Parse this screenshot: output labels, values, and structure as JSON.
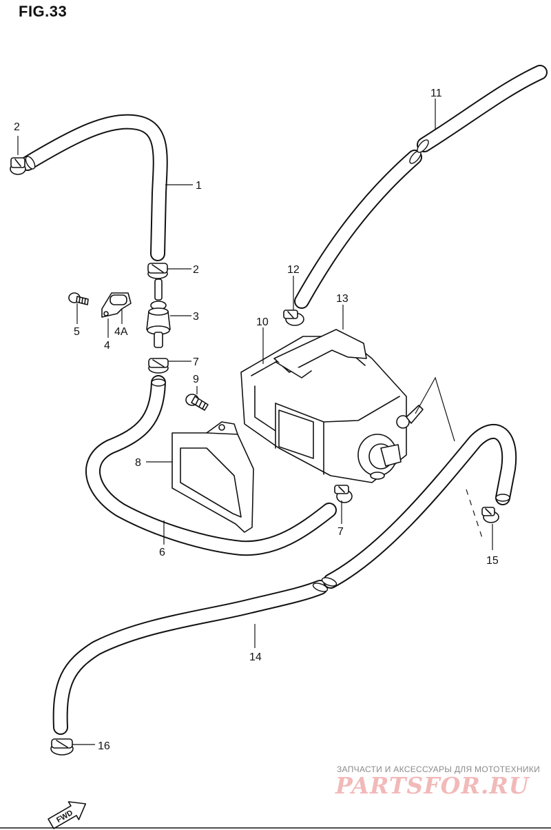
{
  "figure": {
    "title": "FIG.33"
  },
  "callouts": {
    "c1": "1",
    "c2a": "2",
    "c2b": "2",
    "c3": "3",
    "c4": "4",
    "c4a": "4A",
    "c5": "5",
    "c6": "6",
    "c7a": "7",
    "c7b": "7",
    "c8": "8",
    "c9": "9",
    "c10": "10",
    "c11": "11",
    "c12": "12",
    "c13": "13",
    "c14": "14",
    "c15": "15",
    "c16": "16"
  },
  "badge": {
    "fwd": "FWD"
  },
  "watermark": {
    "tagline": "ЗАПЧАСТИ И АКСЕССУАРЫ ДЛЯ МОТОТЕХНИКИ",
    "logo": "PARTSFOR.RU"
  }
}
